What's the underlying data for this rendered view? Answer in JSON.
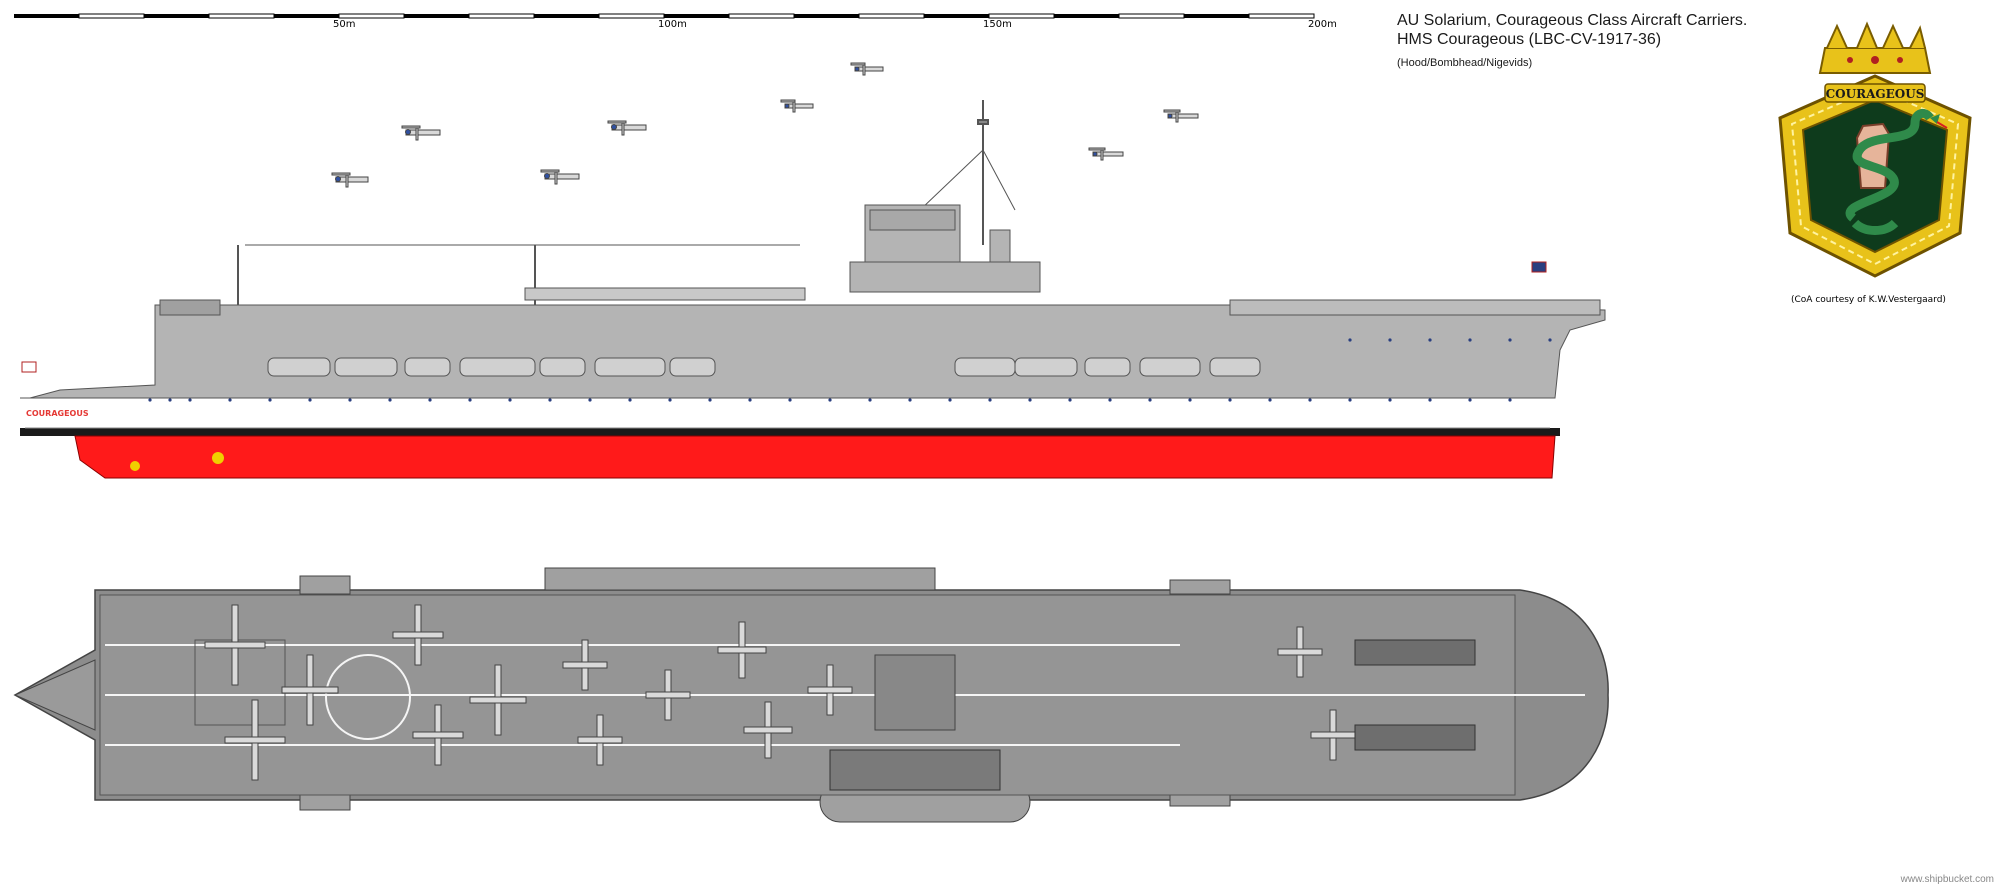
{
  "scale_bar": {
    "labels": [
      "50m",
      "100m",
      "150m",
      "200m"
    ]
  },
  "title": {
    "line1": "AU Solarium, Courageous Class Aircraft Carriers.",
    "line2": "HMS Courageous (LBC-CV-1917-36)",
    "credits": "(Hood/Bombhead/Nigevids)"
  },
  "crest": {
    "name": "COURAGEOUS",
    "caption": "(CoA courtesy of  K.W.Vestergaard)"
  },
  "ship": {
    "hull_name": "COURAGEOUS"
  },
  "watermark": "www.shipbucket.com",
  "colors": {
    "hull_grey": "#b4b4b4",
    "deck_grey": "#8c8c8c",
    "antifouling_red": "#ff1a1a",
    "boot_top": "#1a1a1a",
    "crest_gold": "#e8c21a",
    "crest_green": "#0e3b1c"
  }
}
